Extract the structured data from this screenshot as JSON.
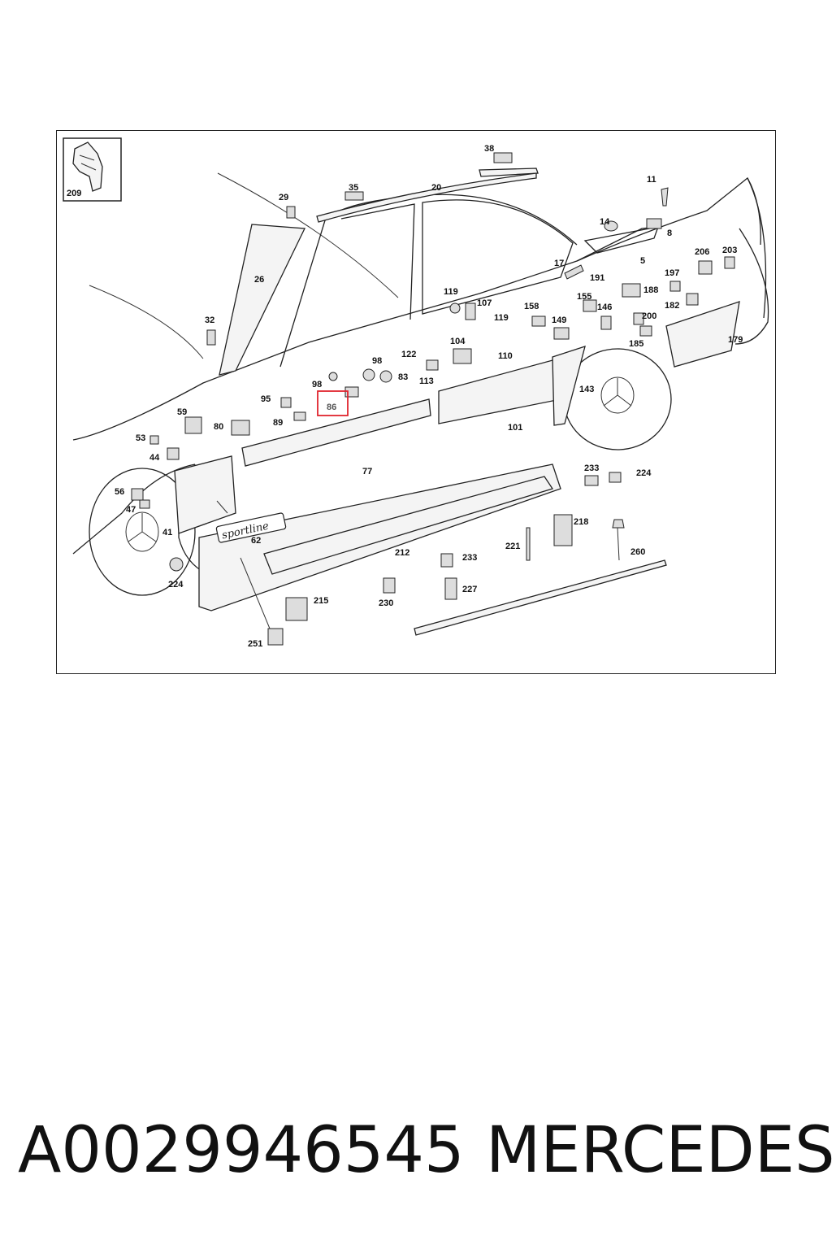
{
  "diagram": {
    "inset_label": "209",
    "highlight_color": "#e0242e",
    "highlighted_part": "86",
    "emblem_text": "sportline",
    "labels": [
      "38",
      "20",
      "35",
      "29",
      "11",
      "14",
      "8",
      "5",
      "26",
      "17",
      "191",
      "188",
      "197",
      "206",
      "203",
      "182",
      "32",
      "119",
      "107",
      "119",
      "158",
      "149",
      "155",
      "146",
      "200",
      "185",
      "179",
      "104",
      "122",
      "83",
      "98",
      "113",
      "110",
      "143",
      "98",
      "95",
      "89",
      "86",
      "59",
      "80",
      "53",
      "44",
      "101",
      "77",
      "233",
      "224",
      "56",
      "47",
      "41",
      "62",
      "212",
      "218",
      "221",
      "233",
      "260",
      "224",
      "227",
      "230",
      "215",
      "251"
    ]
  },
  "caption": {
    "part_number": "A0029946545",
    "brand": "MERCEDES"
  }
}
